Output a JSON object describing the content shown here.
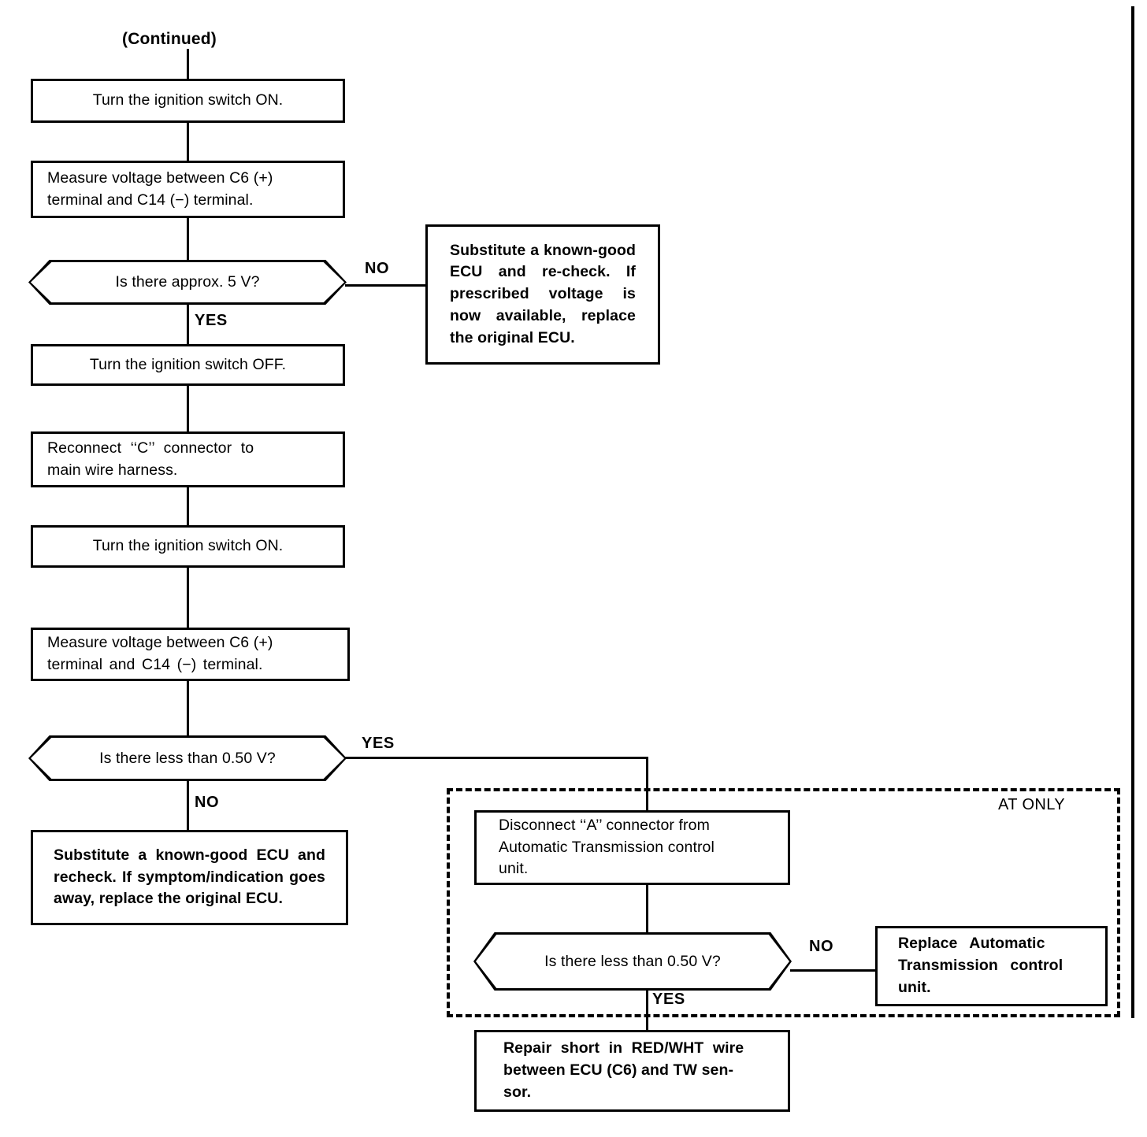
{
  "diagram": {
    "title": "(Continued)",
    "region_label": "AT ONLY",
    "nodes": {
      "n1": "Turn the ignition switch ON.",
      "n2_l1": "Measure voltage between C6 (+)",
      "n2_l2": "terminal and C14 (−) terminal.",
      "d1": "Is there approx. 5 V?",
      "n3": "Substitute a known-good ECU and re-check. If prescribed voltage is now available, replace the original ECU.",
      "n4": "Turn the ignition switch OFF.",
      "n5_l1": "Reconnect ‘‘C’’ connector to",
      "n5_l2": "main wire harness.",
      "n6": "Turn the ignition switch ON.",
      "n7_l1": "Measure voltage between C6 (+)",
      "n7_l2": "terminal and C14 (−) terminal.",
      "d2": "Is there less than 0.50 V?",
      "n8": "Substitute a known-good ECU and recheck. If symptom/indication goes away, replace the original ECU.",
      "n9_l1": "Disconnect ‘‘A’’ connector from",
      "n9_l2": "Automatic Transmission control",
      "n9_l3": "unit.",
      "d3": "Is there less than 0.50 V?",
      "n10_l1": "Replace Automatic",
      "n10_l2": "Transmission control",
      "n10_l3": "unit.",
      "n11_l1": "Repair short in RED/WHT wire",
      "n11_l2": "between ECU (C6) and TW sen-",
      "n11_l3": "sor."
    },
    "branches": {
      "d1_no": "NO",
      "d1_yes": "YES",
      "d2_yes": "YES",
      "d2_no": "NO",
      "d3_no": "NO",
      "d3_yes": "YES"
    }
  }
}
